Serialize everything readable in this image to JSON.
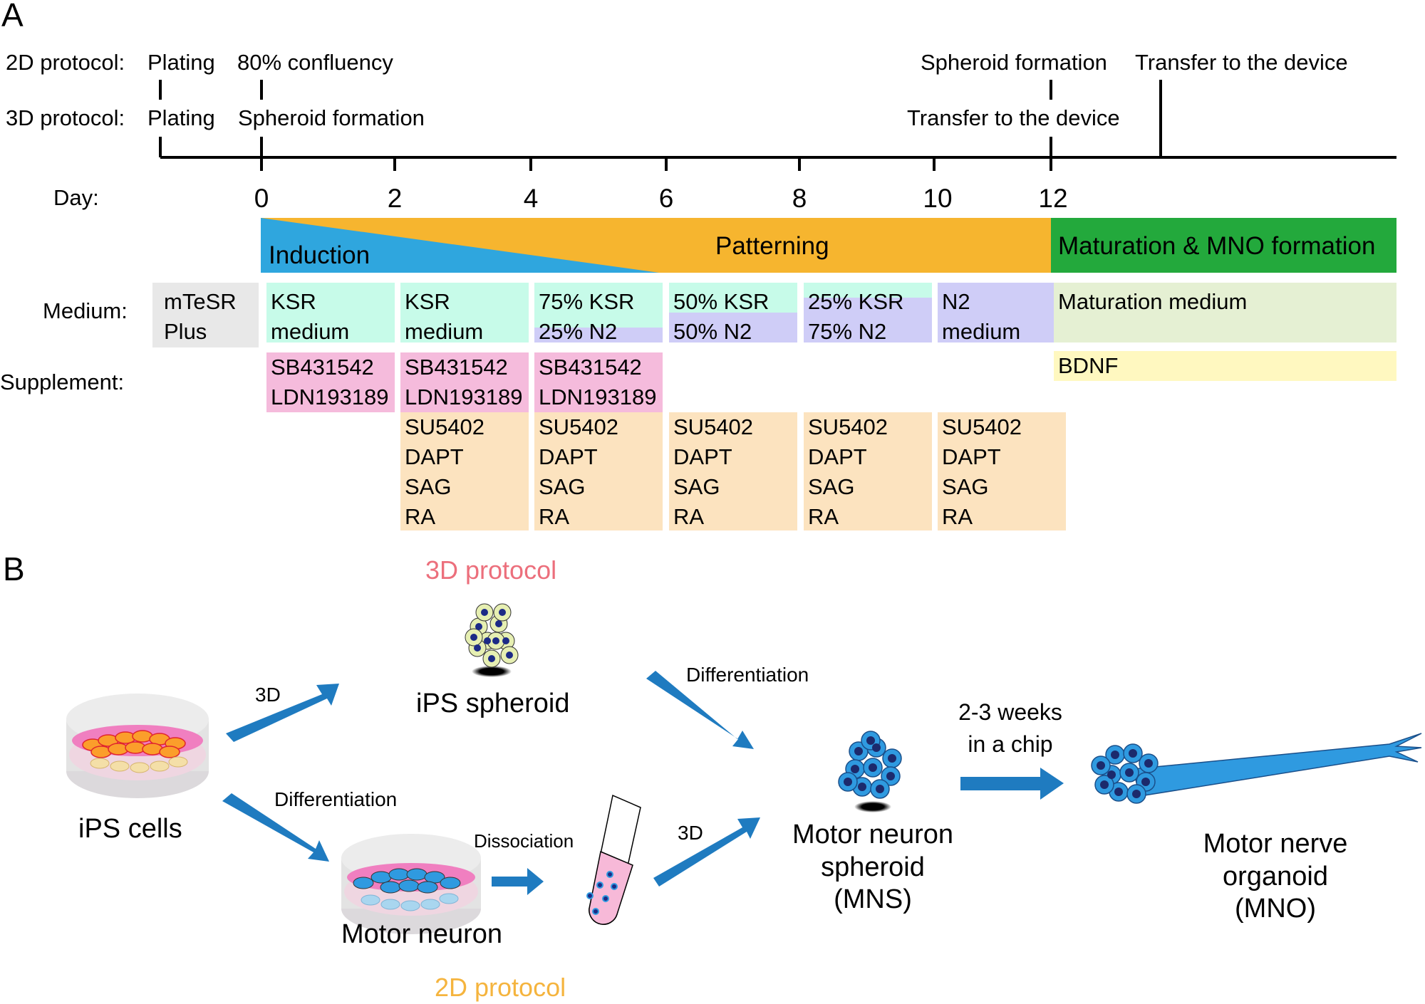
{
  "panelA": {
    "label": "A",
    "protocols": {
      "twoD": {
        "label": "2D protocol:",
        "events": [
          {
            "day_label": "Plating",
            "day": -1.5
          },
          {
            "day_label": "80% confluency",
            "day": 0
          },
          {
            "day_label": "Spheroid formation",
            "day": 12
          },
          {
            "day_label": "Transfer to the device",
            "day": 13.6
          }
        ]
      },
      "threeD": {
        "label": "3D protocol:",
        "events": [
          {
            "day_label": "Plating",
            "day": -1.5
          },
          {
            "day_label": "Spheroid formation",
            "day": 0
          },
          {
            "day_label": "Transfer to the device",
            "day": 12
          }
        ]
      }
    },
    "day_axis": {
      "label": "Day:",
      "ticks": [
        "0",
        "2",
        "4",
        "6",
        "8",
        "10",
        "12"
      ]
    },
    "phases": {
      "induction": {
        "label": "Induction",
        "color": "#2fa6de"
      },
      "patterning": {
        "label": "Patterning",
        "color": "#f6b52f"
      },
      "maturation": {
        "label": "Maturation & MNO formation",
        "color": "#23a93c"
      }
    },
    "medium": {
      "label": "Medium:",
      "pre": {
        "line1": "mTeSR",
        "line2": "Plus",
        "color": "#e8e8e8"
      },
      "cells": [
        {
          "line1": "KSR",
          "line2": "medium",
          "ksr_fraction": 1.0
        },
        {
          "line1": "KSR",
          "line2": "medium",
          "ksr_fraction": 1.0
        },
        {
          "line1": "75% KSR",
          "line2": "25% N2",
          "ksr_fraction": 0.75
        },
        {
          "line1": "50% KSR",
          "line2": "50% N2",
          "ksr_fraction": 0.5
        },
        {
          "line1": "25% KSR",
          "line2": "75% N2",
          "ksr_fraction": 0.25
        },
        {
          "line1": "N2",
          "line2": "medium",
          "ksr_fraction": 0.0
        }
      ],
      "maturation": {
        "label": "Maturation medium",
        "color": "#e5f0d3"
      },
      "ksr_color": "#c7fbe9",
      "n2_color": "#cfcdf7"
    },
    "supplement": {
      "label": "Supplement:",
      "inhibitors": {
        "items": [
          "SB431542",
          "LDN193189"
        ],
        "color": "#f5bbdc",
        "columns": 3
      },
      "patterning": {
        "items": [
          "SU5402",
          "DAPT",
          "SAG",
          "RA"
        ],
        "color": "#fce3bf",
        "columns": 5
      },
      "maturation": {
        "label": "BDNF",
        "color": "#fff8c0"
      }
    }
  },
  "panelB": {
    "label": "B",
    "protocol_3d_title": "3D protocol",
    "protocol_2d_title": "2D protocol",
    "protocol_3d_color": "#ec6f7c",
    "protocol_2d_color": "#f5b43e",
    "arrow_color": "#1f7bc0",
    "nodes": {
      "ips_cells": "iPS cells",
      "ips_spheroid": "iPS spheroid",
      "motor_neuron": "Motor neuron",
      "mns": [
        "Motor neuron",
        "spheroid",
        "(MNS)"
      ],
      "mno": [
        "Motor nerve",
        "organoid",
        "(MNO)"
      ]
    },
    "arrow_labels": {
      "to_spheroid": "3D",
      "spheroid_to_mns": "Differentiation",
      "to_motor_neuron": "Differentiation",
      "dissociation": "Dissociation",
      "tube_to_mns": "3D",
      "mns_to_mno": [
        "2-3 weeks",
        "in a chip"
      ]
    }
  }
}
